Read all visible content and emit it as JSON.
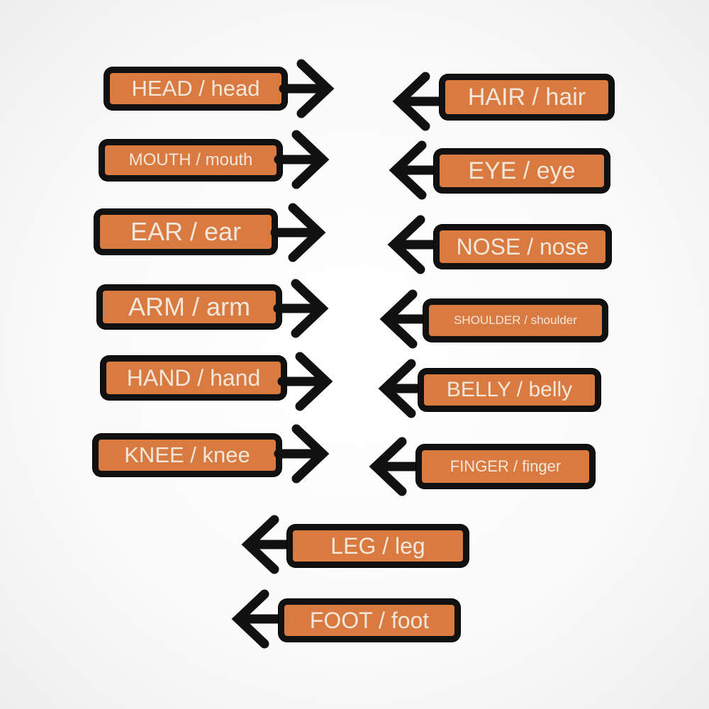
{
  "labels": {
    "head": "HEAD / head",
    "mouth": "MOUTH / mouth",
    "ear": "EAR / ear",
    "arm": "ARM / arm",
    "hand": "HAND / hand",
    "knee": "KNEE / knee",
    "hair": "HAIR / hair",
    "eye": "EYE / eye",
    "nose": "NOSE / nose",
    "shoulder": "SHOULDER / shoulder",
    "belly": "BELLY / belly",
    "finger": "FINGER / finger",
    "leg": "LEG / leg",
    "foot": "FOOT / foot"
  },
  "colors": {
    "label_fill": "#d97a40",
    "outline": "#111111",
    "text": "#f3e6da"
  }
}
